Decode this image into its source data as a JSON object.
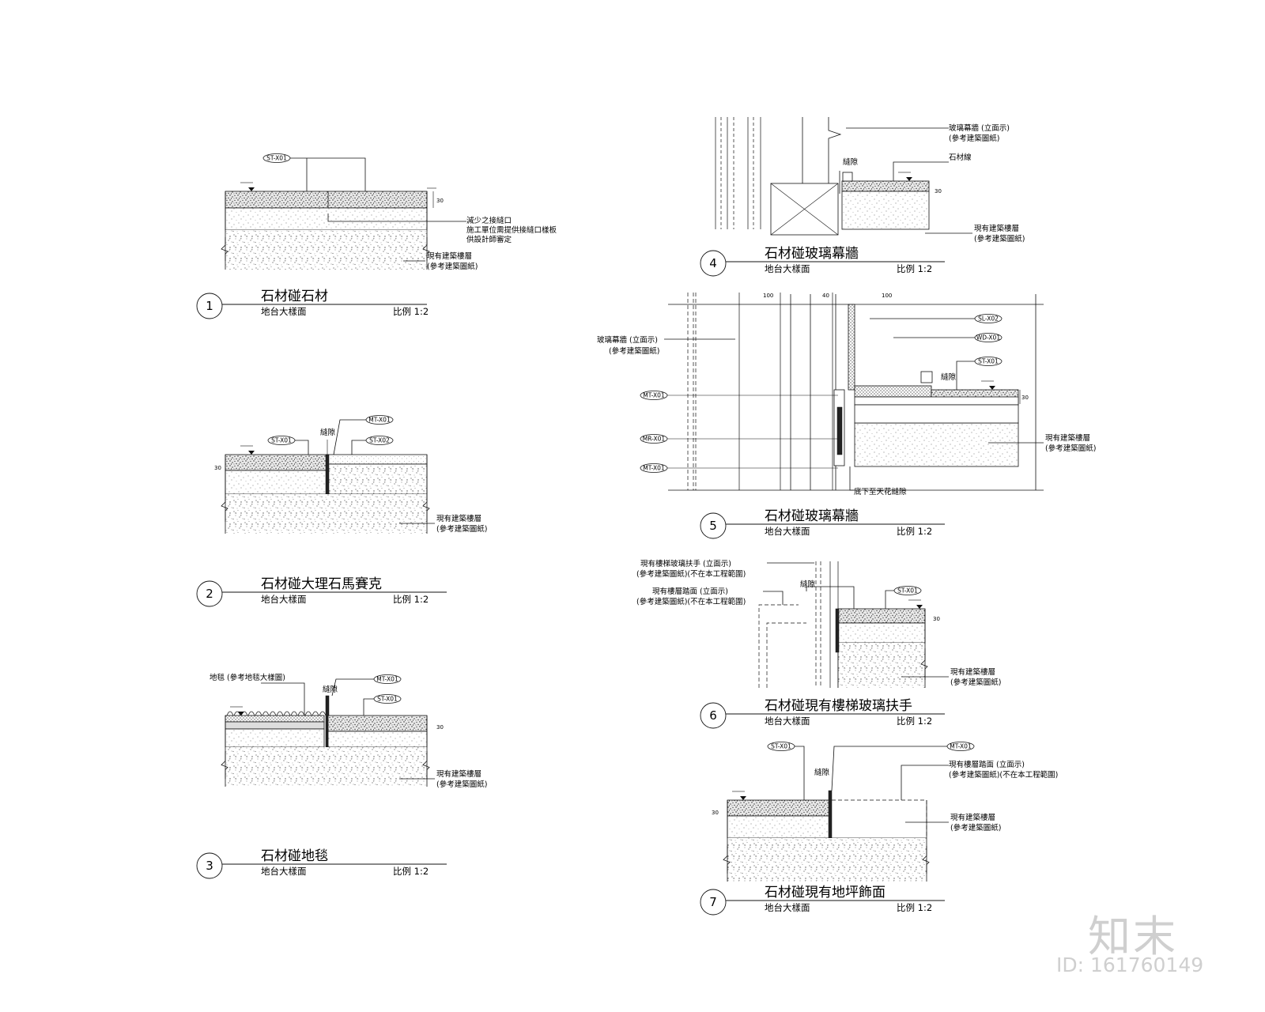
{
  "watermark": {
    "brand": "知末",
    "id": "ID: 161760149"
  },
  "common": {
    "location": "地台大樣面",
    "scale": "比例  1:2",
    "existing_screed": "現有建築樓層",
    "see_arch": "(參考建築圖紙)",
    "gap": "縫隙"
  },
  "details": [
    {
      "num": "1",
      "title": "石材碰石材",
      "tags": [
        "ST-X01"
      ],
      "notes": [
        "減少之接縫口",
        "施工單位需提供接縫口樣板",
        "供設計師審定"
      ]
    },
    {
      "num": "2",
      "title": "石材碰大理石馬賽克",
      "tags": [
        "ST-X01",
        "MT-X01",
        "ST-X02"
      ]
    },
    {
      "num": "3",
      "title": "石材碰地毯",
      "tags": [
        "MT-X01",
        "ST-X01"
      ],
      "notes": [
        "地毯 (參考地毯大樣圖)"
      ]
    },
    {
      "num": "4",
      "title": "石材碰玻璃幕牆",
      "tags": [],
      "notes": [
        "玻璃幕牆 (立面示)",
        "(參考建築圖紙)",
        "石材線"
      ]
    },
    {
      "num": "5",
      "title": "石材碰玻璃幕牆",
      "tags": [
        "SL-X02",
        "WD-X01",
        "ST-X01",
        "MT-X01",
        "MR-X01",
        "MT-X01"
      ],
      "notes": [
        "玻璃幕牆 (立面示)",
        "(參考建築圖紙)",
        "底下至天花縫隙"
      ]
    },
    {
      "num": "6",
      "title": "石材碰現有樓梯玻璃扶手",
      "tags": [
        "ST-X01"
      ],
      "notes": [
        "現有樓梯玻璃扶手 (立面示)",
        "(參考建築圖紙)(不在本工程範圍)",
        "現有樓層踏面 (立面示)",
        "(參考建築圖紙)(不在本工程範圍)"
      ]
    },
    {
      "num": "7",
      "title": "石材碰現有地坪飾面",
      "tags": [
        "ST-X01",
        "MT-X01"
      ],
      "notes": [
        "現有樓層踏面 (立面示)",
        "(參考建築圖紙)(不在本工程範圍)"
      ]
    }
  ]
}
